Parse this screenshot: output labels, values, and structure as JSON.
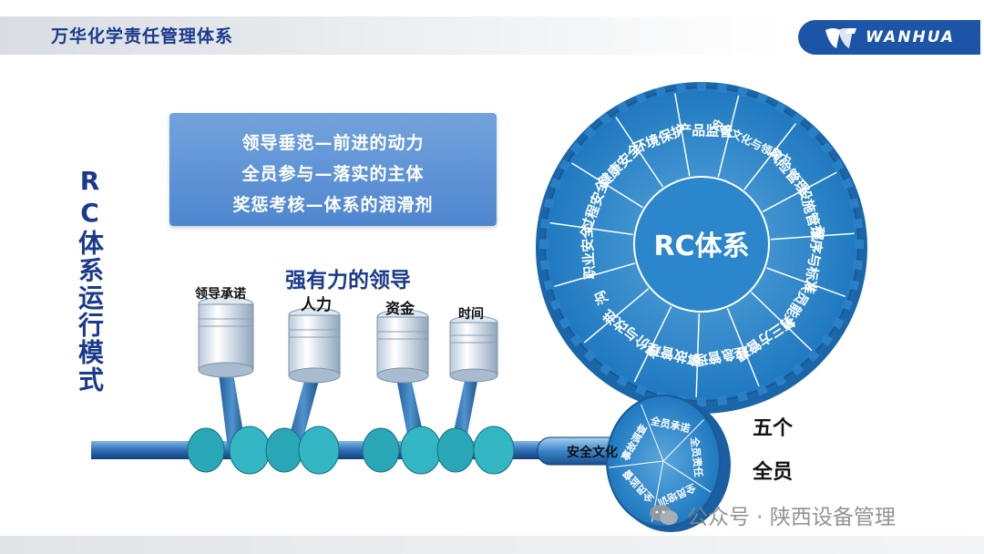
{
  "header": {
    "title": "万华化学责任管理体系",
    "logo_text": "WANHUA"
  },
  "vertical_title": "RC体系运行模式",
  "info_box": {
    "lines": [
      "领导垂范—前进的动力",
      "全员参与—落实的主体",
      "奖惩考核—体系的润滑剂"
    ]
  },
  "leadership_label": "强有力的领导",
  "pistons": [
    "领导承诺",
    "人力",
    "资金",
    "时间"
  ],
  "shaft_label": "安全文化",
  "big_gear": {
    "center_label": "RC体系",
    "segments": [
      "产品监管",
      "安全文化与领导力",
      "风险管理",
      "设施管理",
      "程序与标准",
      "人员能力",
      "第三方管理",
      "应急管理",
      "事故管理",
      "评价与改进",
      "沟",
      "职业安全",
      "过程安全",
      "健康安全",
      "环境保护"
    ]
  },
  "small_gear": {
    "segments": [
      "事故调查",
      "全员承诺",
      "全员责任",
      "全员培训",
      "全员监督"
    ]
  },
  "five_label": [
    "五个",
    "全员"
  ],
  "watermark": "公众号 · 陕西设备管理"
}
